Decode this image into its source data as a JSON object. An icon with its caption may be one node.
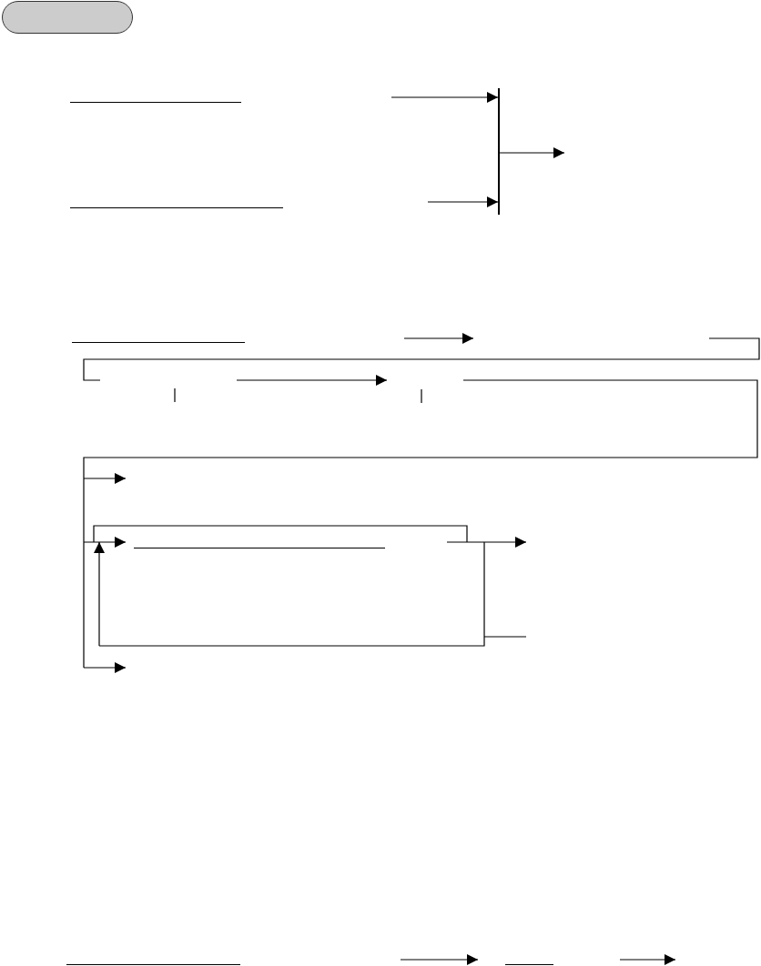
{
  "diagram": {
    "nodes": [
      {
        "text": [],
        "shape": "box"
      },
      {
        "text": [],
        "shape": "bar"
      }
    ],
    "edges": [
      {
        "from": null,
        "to": 1,
        "arrow": "to"
      },
      {
        "from": null,
        "to": 1,
        "arrow": "to"
      },
      {
        "from": 1,
        "to": null,
        "arrow": "to"
      }
    ]
  }
}
